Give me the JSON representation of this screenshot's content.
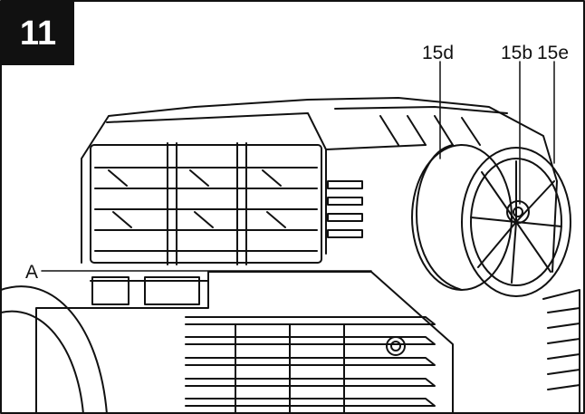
{
  "figure": {
    "step_number": "11",
    "callouts": {
      "part_15d": "15d",
      "part_15b": "15b",
      "part_15e": "15e",
      "part_a": "A"
    }
  },
  "colors": {
    "line": "#111111",
    "background": "#ffffff",
    "badge": "#111111"
  }
}
